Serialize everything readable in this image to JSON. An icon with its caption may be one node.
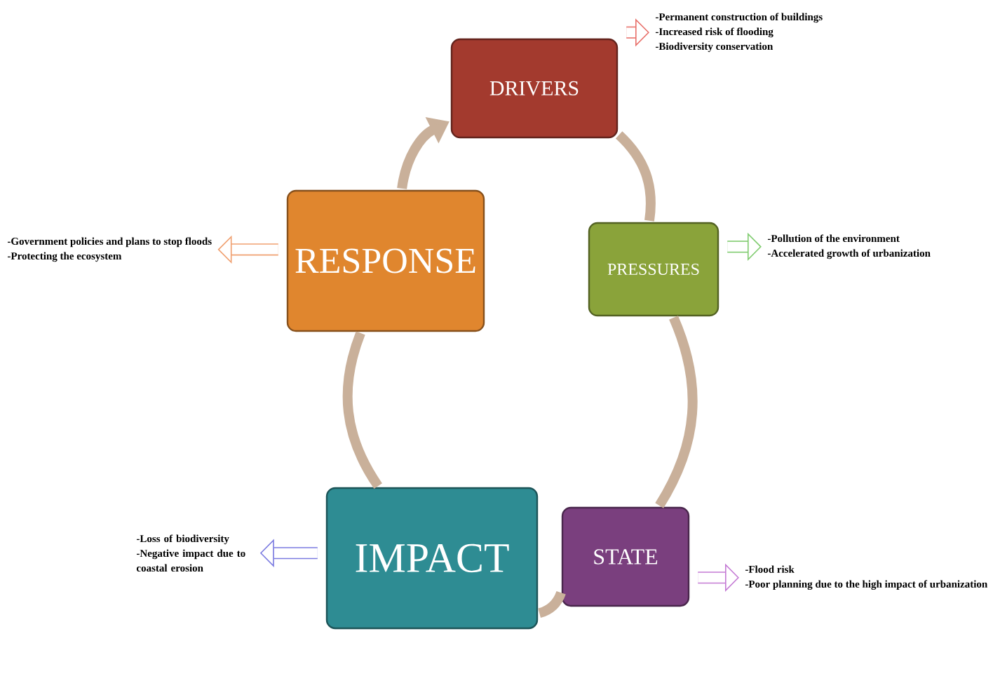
{
  "diagram": {
    "nodes": [
      {
        "text": [
          "DRIVERS"
        ]
      },
      {
        "text": [
          "PRESSURES"
        ]
      },
      {
        "text": [
          "STATE"
        ]
      },
      {
        "text": [
          "IMPACT"
        ]
      },
      {
        "text": [
          "RESPONSE"
        ]
      },
      {
        "text": [
          "-Permanent construction of buildings",
          "-Increased risk of flooding",
          "-Biodiversity conservation"
        ]
      },
      {
        "text": [
          "-Pollution of the environment",
          "-Accelerated growth of urbanization"
        ]
      },
      {
        "text": [
          "-Flood risk",
          "-Poor planning due to the high impact of urbanization"
        ]
      },
      {
        "text": [
          "-Loss of biodiversity",
          "-Negative impact due to coastal erosion"
        ]
      },
      {
        "text": [
          "-Government policies and plans to stop floods",
          "-Protecting the ecosystem"
        ]
      }
    ],
    "edges": [
      {
        "from": 0,
        "to": 1,
        "arrow": "none"
      },
      {
        "from": 1,
        "to": 2,
        "arrow": "none"
      },
      {
        "from": 2,
        "to": 3,
        "arrow": "none"
      },
      {
        "from": 3,
        "to": 4,
        "arrow": "none"
      },
      {
        "from": 4,
        "to": 0,
        "arrow": "to"
      },
      {
        "from": 0,
        "to": 5,
        "arrow": "to",
        "color": "#e8706a"
      },
      {
        "from": 1,
        "to": 6,
        "arrow": "to",
        "color": "#80cc70"
      },
      {
        "from": 2,
        "to": 7,
        "arrow": "to",
        "color": "#c47ad4"
      },
      {
        "from": 3,
        "to": 8,
        "arrow": "to",
        "color": "#7a7ae0"
      },
      {
        "from": 4,
        "to": 9,
        "arrow": "to",
        "color": "#f0a070"
      }
    ]
  }
}
